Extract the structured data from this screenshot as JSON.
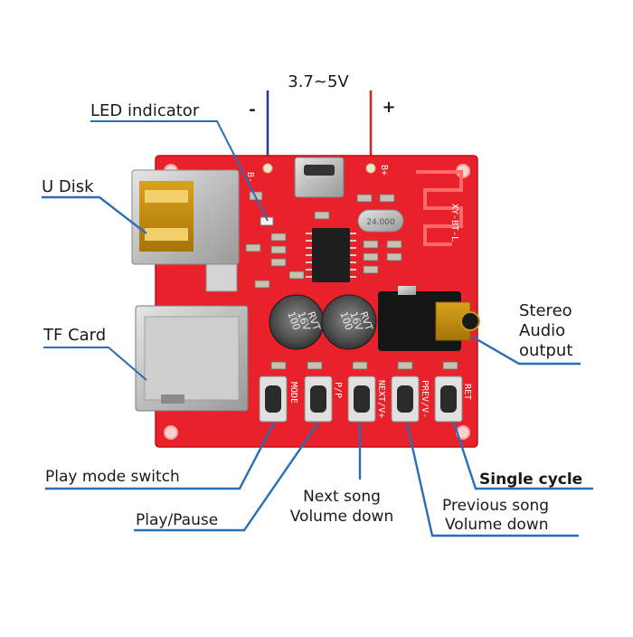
{
  "supply": {
    "voltage": "3.7~5V",
    "minus": "-",
    "plus": "+"
  },
  "labels": {
    "led": "LED indicator",
    "udisk": "U Disk",
    "tf": "TF Card",
    "stereo_1": "Stereo",
    "stereo_2": "Audio",
    "stereo_3": "output",
    "play_mode": "Play mode switch",
    "play_pause": "Play/Pause",
    "next_1": "Next song",
    "next_2": "Volume down",
    "prev_1": "Previous song",
    "prev_2": "Volume down",
    "single": "Single cycle"
  },
  "silkscreen": {
    "pin_minus": "B-",
    "pin_plus": "B+",
    "module": "XY-BT-L",
    "crystal": "24.000",
    "cap_text": [
      "100",
      "16V",
      "RVT"
    ],
    "buttons": [
      "MODE",
      "P/P",
      "NEXT/V+",
      "PREV/V-",
      "RET"
    ]
  },
  "colors": {
    "board": "#e8212a",
    "leader": "#2a6fb5",
    "wire_negative": "#1f3f8f",
    "wire_positive": "#d81e1e"
  }
}
